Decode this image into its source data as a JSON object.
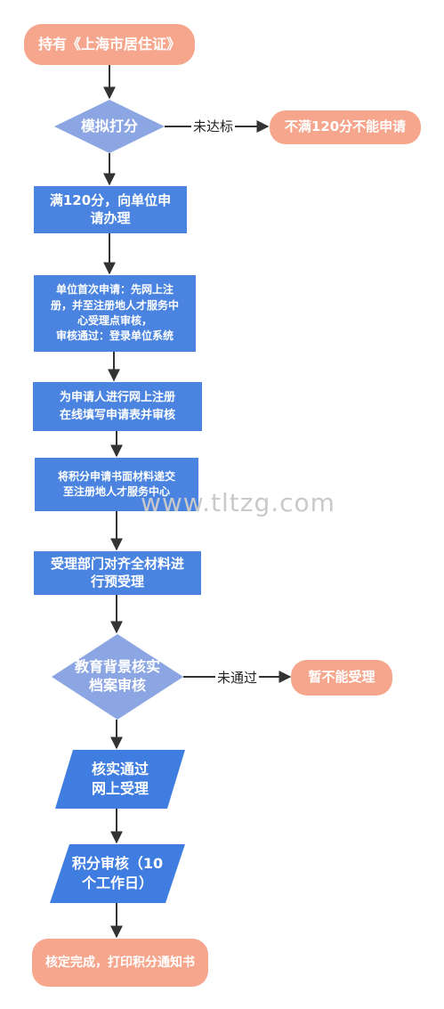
{
  "diagram": {
    "nodes": {
      "start": "持有《上海市居住证》",
      "simulate": "模拟打分",
      "reject_score": "不满120分不能申请",
      "apply_unit": "满120分，向单位申\n请办理",
      "first_apply": "单位首次申请：先网上注\n册，并至注册地人才服务中\n心受理点审核，\n审核通过：登录单位系统",
      "register": "为申请人进行网上注册\n在线填写申请表并审核",
      "submit": "将积分申请书面材料递交\n至注册地人才服务中心",
      "pre_accept": "受理部门对齐全材料进\n行预受理",
      "edu_check": "教育背景核实\n档案审核",
      "reject_accept": "暂不能受理",
      "verified": "核实通过\n网上受理",
      "score_review": "积分审核（10\n个工作日）",
      "end": "核定完成，打印积分通知书"
    },
    "edge_labels": {
      "not_reach": "未达标",
      "not_pass": "未通过"
    }
  },
  "watermark": "www.tltzg.com",
  "colors": {
    "terminal": "#f6a68c",
    "process": "#4a84e0",
    "decision": "#8ba6e3",
    "io": "#3f7de0",
    "arrow": "#333333"
  }
}
